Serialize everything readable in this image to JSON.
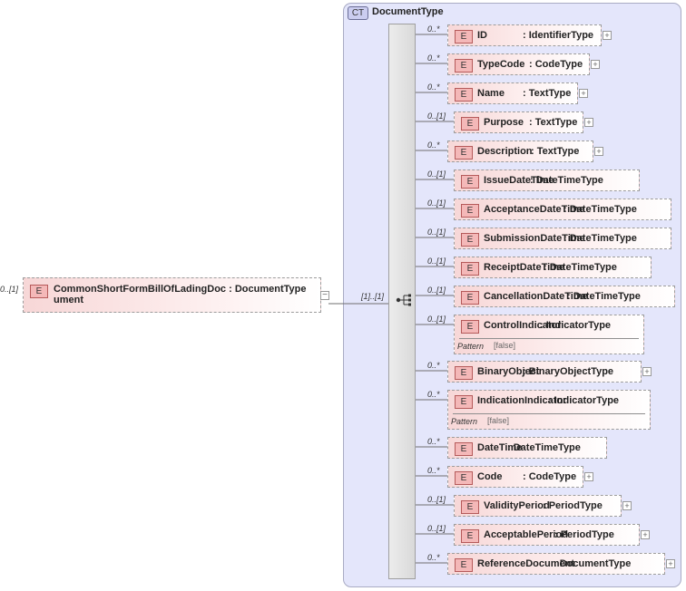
{
  "complex_type": {
    "badge": "CT",
    "name": "DocumentType"
  },
  "main_element": {
    "badge": "E",
    "label": "CommonShortFormBillOfLadingDoc : DocumentType\nument",
    "occurrence": "0..[1]"
  },
  "sequence": {
    "occurrence": "[1]..[1]"
  },
  "children": [
    {
      "badge": "E",
      "name": "ID",
      "type": ": IdentifierType",
      "occ": "0..*",
      "expand": "+",
      "facet": null
    },
    {
      "badge": "E",
      "name": "TypeCode",
      "type": ": CodeType",
      "occ": "0..*",
      "expand": "+",
      "facet": null
    },
    {
      "badge": "E",
      "name": "Name",
      "type": ": TextType",
      "occ": "0..*",
      "expand": "+",
      "facet": null
    },
    {
      "badge": "E",
      "name": "Purpose",
      "type": ": TextType",
      "occ": "0..[1]",
      "expand": "+",
      "facet": null
    },
    {
      "badge": "E",
      "name": "Description",
      "type": ": TextType",
      "occ": "0..*",
      "expand": "+",
      "facet": null
    },
    {
      "badge": "E",
      "name": "IssueDateTime",
      "type": ": DateTimeType",
      "occ": "0..[1]",
      "expand": "",
      "facet": null
    },
    {
      "badge": "E",
      "name": "AcceptanceDateTime",
      "type": ": DateTimeType",
      "occ": "0..[1]",
      "expand": "",
      "facet": null
    },
    {
      "badge": "E",
      "name": "SubmissionDateTime",
      "type": ": DateTimeType",
      "occ": "0..[1]",
      "expand": "",
      "facet": null
    },
    {
      "badge": "E",
      "name": "ReceiptDateTime",
      "type": ": DateTimeType",
      "occ": "0..[1]",
      "expand": "",
      "facet": null
    },
    {
      "badge": "E",
      "name": "CancellationDateTime",
      "type": ": DateTimeType",
      "occ": "0..[1]",
      "expand": "",
      "facet": null
    },
    {
      "badge": "E",
      "name": "ControlIndicator",
      "type": ": IndicatorType",
      "occ": "0..[1]",
      "expand": "",
      "facet": {
        "label": "Pattern",
        "value": "[false]"
      }
    },
    {
      "badge": "E",
      "name": "BinaryObject",
      "type": ": BinaryObjectType",
      "occ": "0..*",
      "expand": "+",
      "facet": null
    },
    {
      "badge": "E",
      "name": "IndicationIndicator",
      "type": ": IndicatorType",
      "occ": "0..*",
      "expand": "",
      "facet": {
        "label": "Pattern",
        "value": "[false]"
      }
    },
    {
      "badge": "E",
      "name": "DateTime",
      "type": ": DateTimeType",
      "occ": "0..*",
      "expand": "",
      "facet": null
    },
    {
      "badge": "E",
      "name": "Code",
      "type": ": CodeType",
      "occ": "0..*",
      "expand": "+",
      "facet": null
    },
    {
      "badge": "E",
      "name": "ValidityPeriod",
      "type": ": PeriodType",
      "occ": "0..[1]",
      "expand": "+",
      "facet": null
    },
    {
      "badge": "E",
      "name": "AcceptablePeriod",
      "type": ": PeriodType",
      "occ": "0..[1]",
      "expand": "+",
      "facet": null
    },
    {
      "badge": "E",
      "name": "ReferenceDocument",
      "type": ": DocumentType",
      "occ": "0..*",
      "expand": "+",
      "facet": null
    }
  ]
}
